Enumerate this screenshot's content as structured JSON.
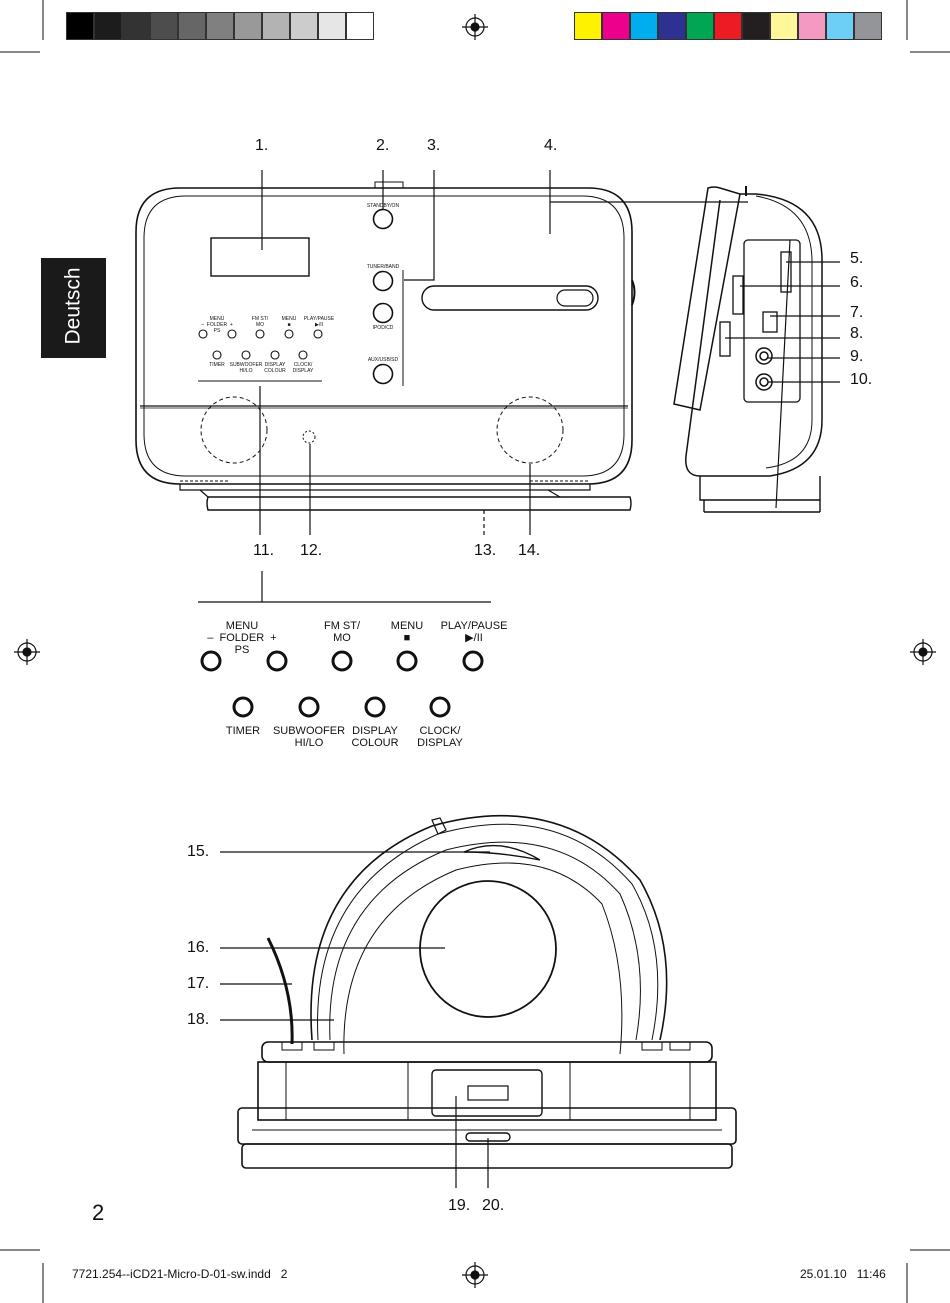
{
  "side_tab": "Deutsch",
  "page_number": "2",
  "footer": {
    "file": "7721.254--iCD21-Micro-D-01-sw.indd   2",
    "datetime": "25.01.10   11:46"
  },
  "color_bar": {
    "grays": [
      "#000000",
      "#1c1c1c",
      "#333333",
      "#4d4d4d",
      "#666666",
      "#808080",
      "#999999",
      "#b3b3b3",
      "#cccccc",
      "#e6e6e6",
      "#ffffff"
    ],
    "colors": [
      "#fff200",
      "#ec008c",
      "#00aeef",
      "#2e3192",
      "#00a651",
      "#ed1c24",
      "#231f20",
      "#fff799",
      "#f49ac1",
      "#6dcff6",
      "#939598"
    ]
  },
  "callouts": {
    "c1": "1.",
    "c2": "2.",
    "c3": "3.",
    "c4": "4.",
    "c5": "5.",
    "c6": "6.",
    "c7": "7.",
    "c8": "8.",
    "c9": "9.",
    "c10": "10.",
    "c11": "11.",
    "c12": "12.",
    "c13": "13.",
    "c14": "14.",
    "c15": "15.",
    "c16": "16.",
    "c17": "17.",
    "c18": "18.",
    "c19": "19.",
    "c20": "20."
  },
  "device_labels": {
    "standby": "STANDBY/ON",
    "tuner_band": "TUNER/BAND",
    "ipod_cd": "IPOD/CD",
    "aux_usb_sd": "AUX/USB/SD",
    "menu_folder": "MENU\n–  FOLDER  +\nPS",
    "fm_st": "FM ST/\nMO",
    "menu_stop": "MENU\n■",
    "play_pause": "PLAY/PAUSE\n▶/II",
    "timer": "TIMER",
    "subwoofer": "SUBWOOFER\nHI/LO",
    "display": "DISPLAY\nCOLOUR",
    "clock": "CLOCK/\nDISPLAY"
  },
  "panel_labels": {
    "menu_folder": "MENU\n–  FOLDER  +\nPS",
    "fm_st": "FM ST/\nMO",
    "menu_stop": "MENU\n■",
    "play_pause": "PLAY/PAUSE\n▶/II",
    "timer": "TIMER",
    "subwoofer": "SUBWOOFER\nHI/LO",
    "display": "DISPLAY\nCOLOUR",
    "clock": "CLOCK/\nDISPLAY"
  }
}
